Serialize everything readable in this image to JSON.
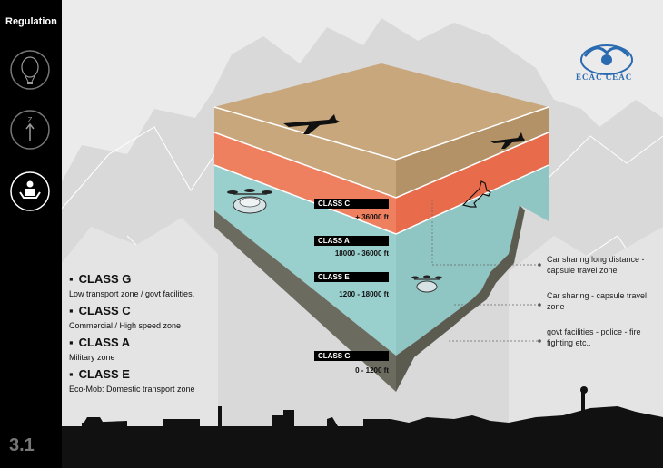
{
  "sidebar": {
    "title": "Regulation",
    "page_number": "3.1",
    "icons": [
      "balloon-icon",
      "altitude-icon",
      "person-icon"
    ]
  },
  "logo": {
    "text": "ECAC CEAC"
  },
  "layers": [
    {
      "tag": "CLASS C",
      "altitude": "+ 36000 ft",
      "color": "#c9a77c"
    },
    {
      "tag": "CLASS A",
      "altitude": "18000 - 36000 ft",
      "color": "#ee7f5f"
    },
    {
      "tag": "CLASS E",
      "altitude": "1200 - 18000 ft",
      "color": "#99cfcd"
    },
    {
      "tag": "CLASS G",
      "altitude": "0 - 1200 ft",
      "color": "#6b6b5f"
    }
  ],
  "classes": [
    {
      "name": "CLASS G",
      "desc": "Low transport zone / govt facilities."
    },
    {
      "name": "CLASS C",
      "desc": "Commercial / High speed zone"
    },
    {
      "name": "CLASS A",
      "desc": "Military zone"
    },
    {
      "name": "CLASS E",
      "desc": "Eco-Mob: Domestic transport zone"
    }
  ],
  "annotations": [
    {
      "text": "Car sharing long distance - capsule travel zone"
    },
    {
      "text": "Car sharing -  capsule travel zone"
    },
    {
      "text": "govt facilities - police - fire fighting etc.."
    }
  ]
}
